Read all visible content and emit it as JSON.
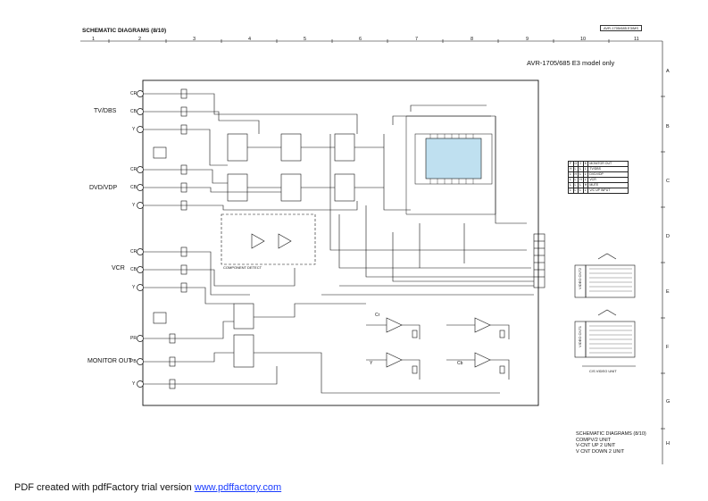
{
  "header": {
    "title": "SCHEMATIC DIAGRAMS (8/10)",
    "doc_ref": "AVR-1705/685 E3/MS",
    "model_note": "AVR-1705/685 E3 model only"
  },
  "columns": [
    "1",
    "2",
    "3",
    "4",
    "5",
    "6",
    "7",
    "8",
    "9",
    "10",
    "11"
  ],
  "rows": [
    "A",
    "B",
    "C",
    "D",
    "E",
    "F",
    "G",
    "H"
  ],
  "inputs": [
    {
      "group": "TV/DBS",
      "pins": [
        "CR",
        "CB",
        "Y"
      ]
    },
    {
      "group": "DVD/VDP",
      "pins": [
        "CR",
        "CB",
        "Y"
      ]
    },
    {
      "group": "VCR",
      "pins": [
        "CR",
        "CB",
        "Y"
      ]
    },
    {
      "group": "MONITOR OUT",
      "pins": [
        "PR",
        "PB",
        "Y"
      ]
    }
  ],
  "blocks": {
    "component_detect": "COMPONENT DETECT",
    "cr": "Cr",
    "cb": "Cb",
    "y": "Y",
    "video_unit": "C/S VIDEO UNIT",
    "video_cnt1": "VIDEO CNT1",
    "video_cnt2": "VIDEO CNT2"
  },
  "truth_table": {
    "headers": [
      "F",
      "G",
      "J",
      "K",
      "MONITOR OUT"
    ],
    "rows": [
      [
        "H",
        "L",
        "L",
        "L",
        "TV/DBS"
      ],
      [
        "L",
        "H",
        "L",
        "L",
        "DVD/VDP"
      ],
      [
        "L",
        "L",
        "H",
        "L",
        "VCR"
      ],
      [
        "L",
        "L",
        "L",
        "H",
        "MUTE"
      ],
      [
        "L",
        "L",
        "L",
        "L",
        "V/C UP INPUT"
      ]
    ]
  },
  "title_block": {
    "line1": "SCHEMATIC DIAGRAMS (8/10)",
    "line2": "COMPV/2 UNIT",
    "line3": "V-CNT UP 2 UNIT",
    "line4": "V CNT DOWN 2 UNIT"
  },
  "footer": {
    "text": "PDF created with pdfFactory trial version",
    "link": "www.pdffactory.com"
  }
}
